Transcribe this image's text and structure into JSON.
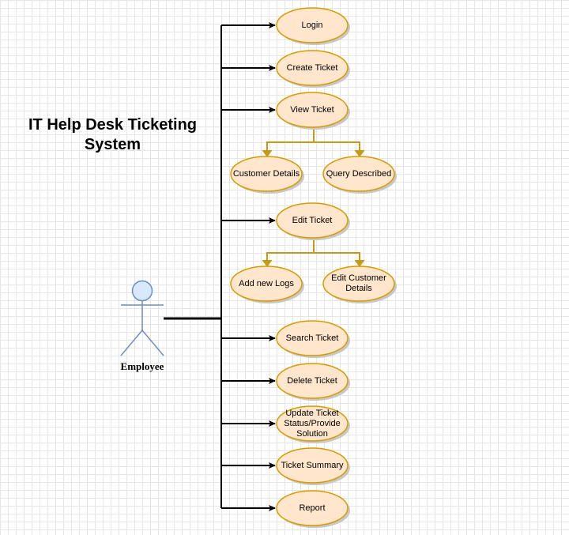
{
  "diagram": {
    "title_line1": "IT Help Desk Ticketing",
    "title_line2": "System",
    "actor": {
      "label": "Employee"
    },
    "colors": {
      "ellipse_fill": "#ffe6cc",
      "ellipse_stroke": "#d79b00",
      "branch_stroke": "#c79a16",
      "line": "#000000",
      "actor_fill": "#dae8fc",
      "actor_stroke": "#6c8ebf"
    },
    "use_cases": {
      "login": "Login",
      "create_ticket": "Create Ticket",
      "view_ticket": "View Ticket",
      "customer_details": "Customer Details",
      "query_described": "Query Described",
      "edit_ticket": "Edit Ticket",
      "add_new_logs": "Add new Logs",
      "edit_customer_details": "Edit Customer Details",
      "search_ticket": "Search Ticket",
      "delete_ticket": "Delete Ticket",
      "update_ticket_status": "Update Ticket Status/Provide Solution",
      "ticket_summary": "Ticket Summary",
      "report": "Report"
    }
  }
}
